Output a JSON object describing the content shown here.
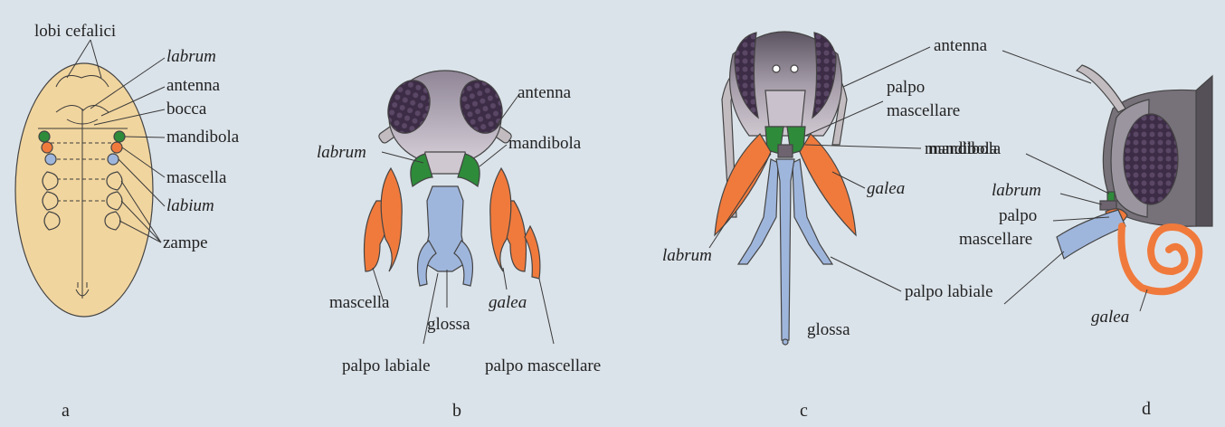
{
  "figure": {
    "background": "#dbe3ea",
    "colors": {
      "body": "#f1d59e",
      "mandible": "#2e8b3a",
      "maxilla": "#f07a3c",
      "labium": "#9fb6dc",
      "head": "#9d93a3",
      "eye": "#3f2f47",
      "antenna": "#c2bcc0"
    },
    "panels": [
      {
        "letter": "a"
      },
      {
        "letter": "b"
      },
      {
        "letter": "c"
      },
      {
        "letter": "d"
      }
    ]
  },
  "labels": {
    "a": {
      "lobi_cefalici": "lobi cefalici",
      "labrum": "labrum",
      "antenna": "antenna",
      "bocca": "bocca",
      "mandibola": "mandibola",
      "mascella": "mascella",
      "labium": "labium",
      "zampe": "zampe"
    },
    "b": {
      "antenna": "antenna",
      "labrum": "labrum",
      "mandibola": "mandibola",
      "mascella": "mascella",
      "glossa": "glossa",
      "galea": "galea",
      "palpo_labiale": "palpo labiale",
      "palpo_mascellare": "palpo mascellare"
    },
    "c": {
      "antenna": "antenna",
      "palpo_mascellare_1": "palpo",
      "palpo_mascellare_2": "mascellare",
      "mandibola": "mandibola",
      "galea": "galea",
      "labrum": "labrum",
      "palpo_labiale": "palpo labiale",
      "glossa": "glossa"
    },
    "d": {
      "mandibola": "mandibola",
      "labrum": "labrum",
      "palpo_mascellare_1": "palpo",
      "palpo_mascellare_2": "mascellare",
      "palpo_labiale": "palpo labiale",
      "galea": "galea"
    }
  }
}
